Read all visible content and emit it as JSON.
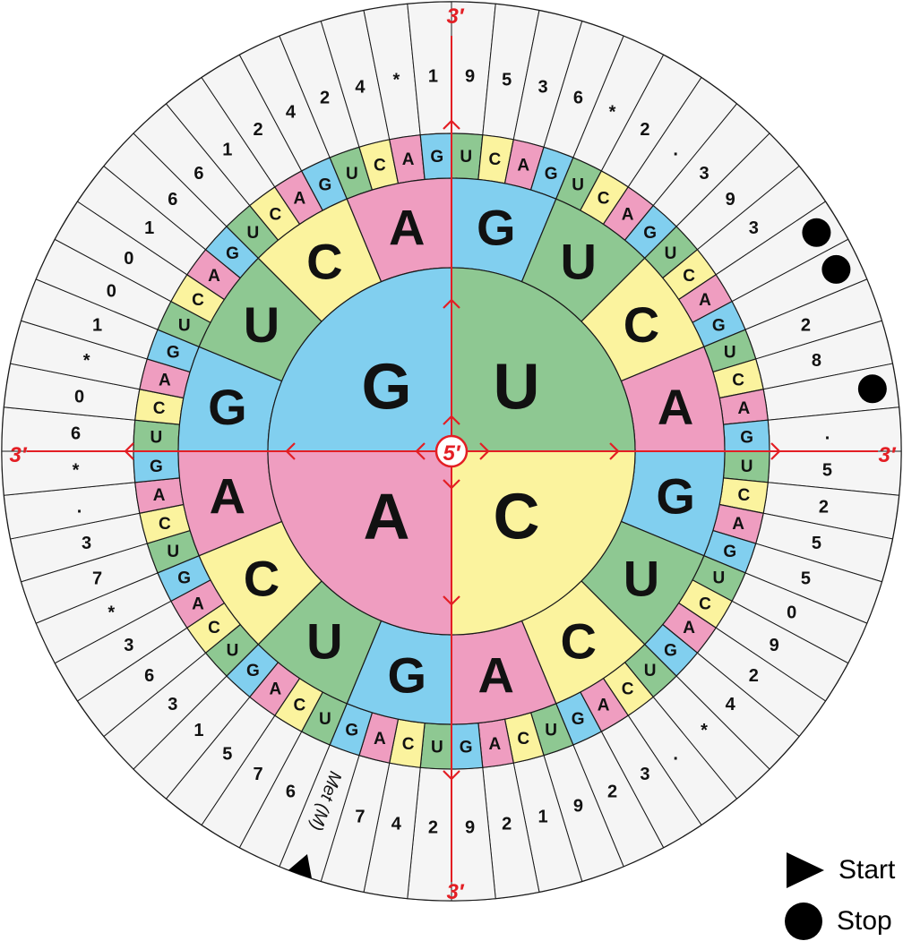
{
  "diagram": {
    "center_label": "5′",
    "end_label": "3′",
    "inner_ring": [
      "U",
      "C",
      "A",
      "G"
    ],
    "middle_ring": [
      "G",
      "U",
      "C",
      "A",
      "G",
      "U",
      "C",
      "A",
      "G",
      "U",
      "C",
      "A",
      "G",
      "U",
      "C",
      "A"
    ],
    "outer_ring": [
      "U",
      "C",
      "A",
      "G",
      "U",
      "C",
      "A",
      "G",
      "U",
      "C",
      "A",
      "G",
      "U",
      "C",
      "A",
      "G",
      "U",
      "C",
      "A",
      "G",
      "U",
      "C",
      "A",
      "G",
      "U",
      "C",
      "A",
      "G",
      "U",
      "C",
      "A",
      "G",
      "U",
      "C",
      "A",
      "G",
      "U",
      "C",
      "A",
      "G",
      "U",
      "C",
      "A",
      "G",
      "U",
      "C",
      "A",
      "G",
      "U",
      "C",
      "A",
      "G",
      "U",
      "C",
      "A",
      "G",
      "U",
      "C",
      "A",
      "G",
      "U",
      "C",
      "A",
      "G"
    ],
    "colors": {
      "U": "#8ec892",
      "C": "#fbf39e",
      "A": "#ef9dc0",
      "G": "#81cfef",
      "segment_fill": "#f5f5f5",
      "axis": "#e31e24",
      "label": "#e31e24"
    },
    "amino_acid_segments": [
      "9",
      "5",
      "3",
      "6",
      "*",
      "2",
      ".",
      "3",
      "9",
      "3",
      "",
      "",
      "2",
      "8",
      "",
      ".",
      "5",
      "2",
      "5",
      "5",
      "0",
      "9",
      "2",
      "4",
      "*",
      ".",
      "3",
      "2",
      "9",
      "1",
      "2",
      "9",
      "2",
      "4",
      "7",
      "",
      "6",
      "7",
      "5",
      "1",
      "3",
      "6",
      "3",
      "*",
      "7",
      "3",
      ".",
      "*",
      "6",
      "0",
      "*",
      "1",
      "0",
      "0",
      "1",
      "6",
      "6",
      "1",
      "2",
      "4",
      "2",
      "4",
      "*",
      "1"
    ],
    "start_marker": {
      "segment": 35,
      "label": "Met (M)",
      "icon": "triangle-icon"
    },
    "stop_markers": [
      {
        "segment": 10
      },
      {
        "segment": 11
      },
      {
        "segment": 14
      }
    ]
  },
  "legend": {
    "start": {
      "icon": "triangle-icon",
      "label": "Start"
    },
    "stop": {
      "icon": "circle-icon",
      "label": "Stop"
    }
  }
}
